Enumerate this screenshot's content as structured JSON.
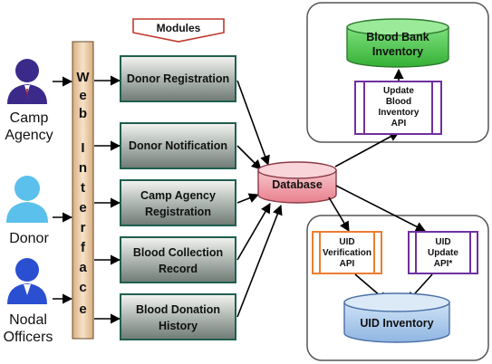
{
  "actors": {
    "camp_agency": [
      "Camp",
      "Agency"
    ],
    "donor": "Donor",
    "nodal_officers": [
      "Nodal",
      "Officers"
    ]
  },
  "web_interface": [
    "W",
    "e",
    "b",
    "I",
    "n",
    "t",
    "e",
    "r",
    "f",
    "a",
    "c",
    "e"
  ],
  "modules_label": "Modules",
  "modules": [
    [
      "Donor Registration"
    ],
    [
      "Donor Notification"
    ],
    [
      "Camp Agency",
      "Registration"
    ],
    [
      "Blood Collection",
      "Record"
    ],
    [
      "Blood Donation",
      "History"
    ]
  ],
  "database": "Database",
  "blood_bank_inventory": [
    "Blood Bank",
    "Inventory"
  ],
  "update_blood_api": [
    "Update",
    "Blood",
    "Inventory",
    "API"
  ],
  "uid_verification_api": [
    "UID",
    "Verification",
    "API"
  ],
  "uid_update_api": [
    "UID",
    "Update",
    "API*"
  ],
  "uid_inventory": "UID Inventory",
  "colors": {
    "module_fill": "#8a9490",
    "web_fill": "#e8c8a0",
    "database_fill": "#f2a4b0",
    "green_cyl": "#5cd65c",
    "blue_cyl": "#a8c8ec",
    "purple": "#7030a0",
    "orange": "#ed7d31",
    "person_dark": "#3b2a8a",
    "person_light": "#5bc0eb",
    "person_blue": "#2a4fd0"
  }
}
